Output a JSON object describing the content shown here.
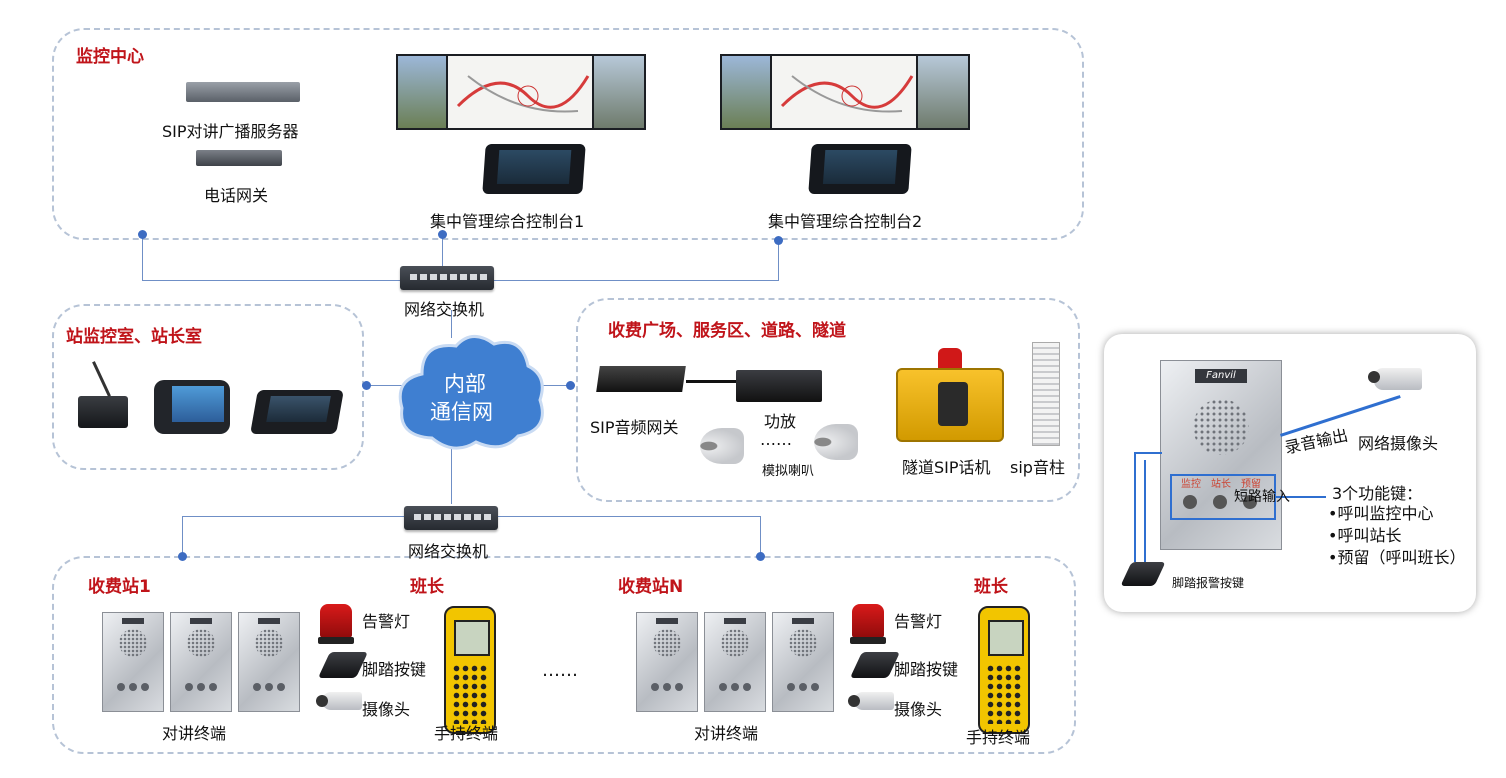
{
  "zones": {
    "monitor_center": "监控中心",
    "station_room": "站监控室、站长室",
    "toll_plaza": "收费广场、服务区、道路、隧道"
  },
  "monitor_center": {
    "sip_server": "SIP对讲广播服务器",
    "phone_gateway": "电话网关",
    "console1": "集中管理综合控制台1",
    "console2": "集中管理综合控制台2"
  },
  "network": {
    "switch_top": "网络交换机",
    "cloud_line1": "内部",
    "cloud_line2": "通信网",
    "switch_bottom": "网络交换机"
  },
  "plaza": {
    "sip_audio_gateway": "SIP音频网关",
    "amplifier": "功放",
    "speakers": "模拟喇叭",
    "dots": "……",
    "tunnel_phone": "隧道SIP话机",
    "sound_column": "sip音柱"
  },
  "toll1": {
    "title": "收费站1",
    "leader": "班长",
    "alarm_light": "告警灯",
    "pedal_key": "脚踏按键",
    "camera": "摄像头",
    "intercom": "对讲终端",
    "handheld": "手持终端"
  },
  "tollN": {
    "title": "收费站N",
    "leader": "班长",
    "alarm_light": "告警灯",
    "pedal_key": "脚踏按键",
    "camera": "摄像头",
    "intercom": "对讲终端",
    "handheld": "手持终端"
  },
  "middle_dots": "……",
  "detail": {
    "brand": "Fanvil",
    "btn1": "监控",
    "btn2": "站长",
    "btn3": "预留",
    "record_output": "录音输出",
    "network_camera": "网络摄像头",
    "short_input": "短路输入",
    "keys_title": "3个功能键：",
    "key1": "•呼叫监控中心",
    "key2": "•呼叫站长",
    "key3": "•预留（呼叫班长）",
    "pedal_alarm": "脚踏报警按键"
  },
  "colors": {
    "title_red": "#c0141a",
    "line_blue": "#6f8fc6",
    "cloud_blue": "#3f7fd1"
  }
}
